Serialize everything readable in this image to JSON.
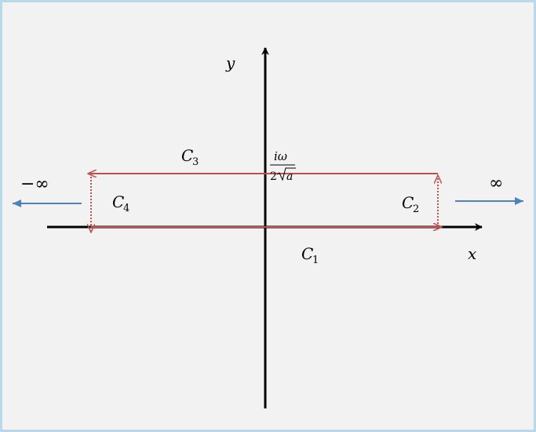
{
  "labels": {
    "x_axis": "x",
    "y_axis": "y",
    "neg_infinity": "−∞",
    "pos_infinity": "∞",
    "c1": {
      "letter": "C",
      "sub": "1"
    },
    "c2": {
      "letter": "C",
      "sub": "2"
    },
    "c3": {
      "letter": "C",
      "sub": "3"
    },
    "c4": {
      "letter": "C",
      "sub": "4"
    },
    "height": {
      "numerator": "iω",
      "denominator_coef": "2",
      "denominator_radicand": "a"
    }
  },
  "colors": {
    "axis": "#000000",
    "contour": "#c0504d",
    "infinity_arrow": "#4f81bd",
    "background": "#f2f2f2",
    "border": "#b9d9ea"
  }
}
